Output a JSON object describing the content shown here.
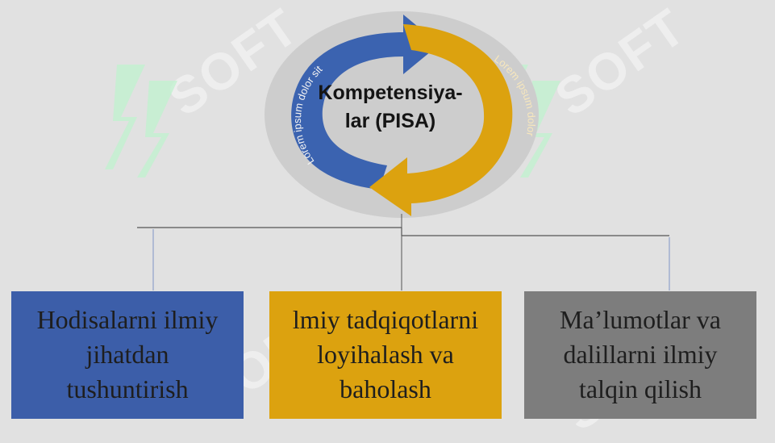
{
  "diagram": {
    "center": {
      "title": "Kompetensiya-\nlar (PISA)",
      "arrow_text_left": "Lorem ipsum dolor sit",
      "arrow_text_right": "Lorem ipsum dolor",
      "colors": {
        "blue": "#3b63b0",
        "gold": "#dca20f",
        "disc": "#c9c9c9"
      }
    },
    "boxes": [
      {
        "lines": [
          "Hodisalarni ilmiy",
          "jihatdan",
          "tushuntirish"
        ],
        "color": "#3c5ea9"
      },
      {
        "lines": [
          "lmiy tadqiqotlarni",
          "loyihalash va",
          "baholash"
        ],
        "color": "#dca20f"
      },
      {
        "lines": [
          "Ma’lumotlar va",
          "dalillarni ilmiy",
          "talqin qilish"
        ],
        "color": "#7d7d7d"
      }
    ]
  },
  "watermark": {
    "text": "SOFT",
    "color": "#b8f0c9"
  }
}
